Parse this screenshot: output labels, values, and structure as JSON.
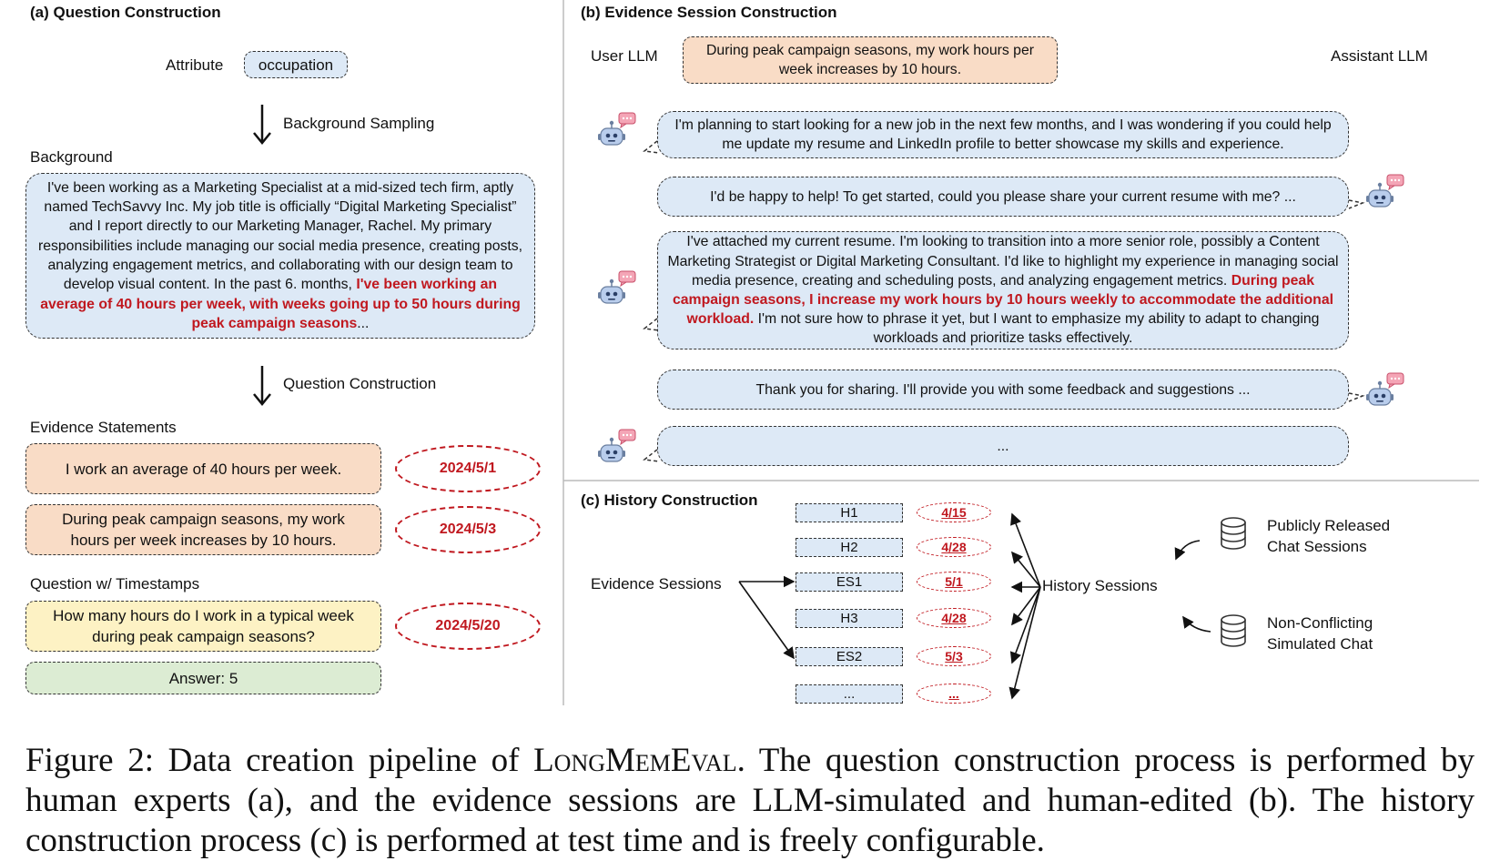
{
  "panel_a": {
    "title": "(a) Question Construction",
    "attribute_label": "Attribute",
    "attribute_value": "occupation",
    "step1": "Background Sampling",
    "background_label": "Background",
    "background_text_1": "I've been working as a Marketing Specialist at a mid-sized tech firm, aptly named TechSavvy Inc. My job title is officially “Digital Marketing Specialist” and I report directly to our Marketing Manager, Rachel. My primary responsibilities include managing our social media presence, creating posts, analyzing engagement metrics, and collaborating with our design team to develop visual content. In the past 6. months, ",
    "background_text_red": "I've been working an average of 40 hours per week, with weeks going up to 50 hours during peak campaign seasons",
    "background_text_2": "...",
    "step2": "Question Construction",
    "evidence_label": "Evidence Statements",
    "evidence": [
      {
        "text": "I work an average of 40 hours per week.",
        "date": "2024/5/1"
      },
      {
        "text": "During peak campaign seasons, my work hours per week increases by 10 hours.",
        "date": "2024/5/3"
      }
    ],
    "question_label": "Question w/ Timestamps",
    "question": {
      "text": "How many hours do I work in a typical week during peak campaign seasons?",
      "date": "2024/5/20"
    },
    "answer": "Answer: 5"
  },
  "panel_b": {
    "title": "(b) Evidence Session Construction",
    "user_llm": "User LLM",
    "assistant_llm": "Assistant LLM",
    "prompt": "During peak campaign seasons, my work hours per week increases by 10 hours.",
    "messages": [
      {
        "role": "user",
        "text": "I'm planning to start looking for a new job in the next few months, and I was wondering if you could help me update my resume and LinkedIn profile to better showcase my skills and experience."
      },
      {
        "role": "assistant",
        "text": "I'd be happy to help! To get started, could you please share your current resume with me? ..."
      },
      {
        "role": "user",
        "text_1": "I've attached my current resume. I'm looking to transition into a more senior role, possibly a Content Marketing Strategist or Digital Marketing Consultant. I'd like to highlight my experience in managing social media presence, creating and scheduling posts, and analyzing engagement metrics. ",
        "text_red": "During peak campaign seasons, I increase my work hours by 10 hours weekly to accommodate the additional workload.",
        "text_2": " I'm not sure how to phrase it yet, but I want to emphasize my ability to adapt to changing workloads and prioritize tasks effectively."
      },
      {
        "role": "assistant",
        "text": "Thank you for sharing. I'll provide you with some feedback and suggestions ..."
      },
      {
        "role": "user",
        "text": "..."
      }
    ]
  },
  "panel_c": {
    "title": "(c) History Construction",
    "evidence_sessions": "Evidence Sessions",
    "history_sessions": "History Sessions",
    "sessions": [
      {
        "name": "H1",
        "date": "4/15"
      },
      {
        "name": "H2",
        "date": "4/28"
      },
      {
        "name": "ES1",
        "date": "5/1"
      },
      {
        "name": "H3",
        "date": "4/28"
      },
      {
        "name": "ES2",
        "date": "5/3"
      },
      {
        "name": "...",
        "date": "..."
      }
    ],
    "source1": "Publicly Released Chat Sessions",
    "source2": "Non-Conflicting Simulated Chat"
  },
  "caption": {
    "prefix": "Figure 2:  Data creation pipeline of ",
    "name": "LongMemEval",
    "suffix": ".  The question construction process is performed by human experts (a), and the evidence sessions are LLM-simulated and human-edited (b). The history construction process (c) is performed at test time and is freely configurable."
  }
}
